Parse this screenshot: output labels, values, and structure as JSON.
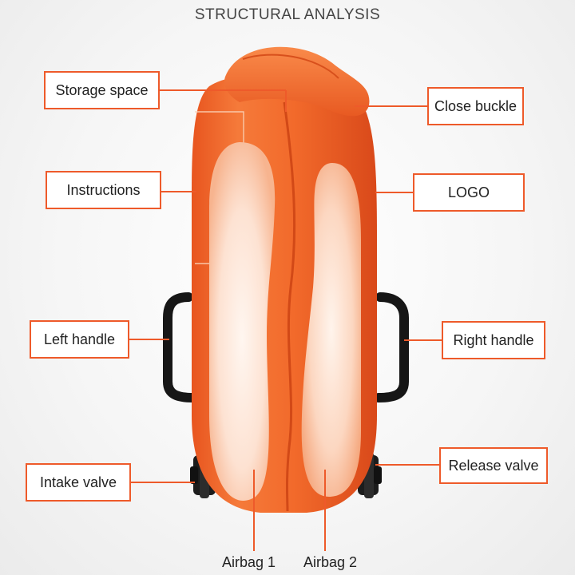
{
  "title": "STRUCTURAL ANALYSIS",
  "accent_color": "#ee5a2a",
  "product_color": "#f06a2b",
  "labels": {
    "storage_space": "Storage space",
    "close_buckle": "Close buckle",
    "instructions": "Instructions",
    "logo": "LOGO",
    "left_handle": "Left handle",
    "right_handle": "Right handle",
    "intake_valve": "Intake valve",
    "release_valve": "Release valve",
    "airbag_1": "Airbag 1",
    "airbag_2": "Airbag 2"
  }
}
